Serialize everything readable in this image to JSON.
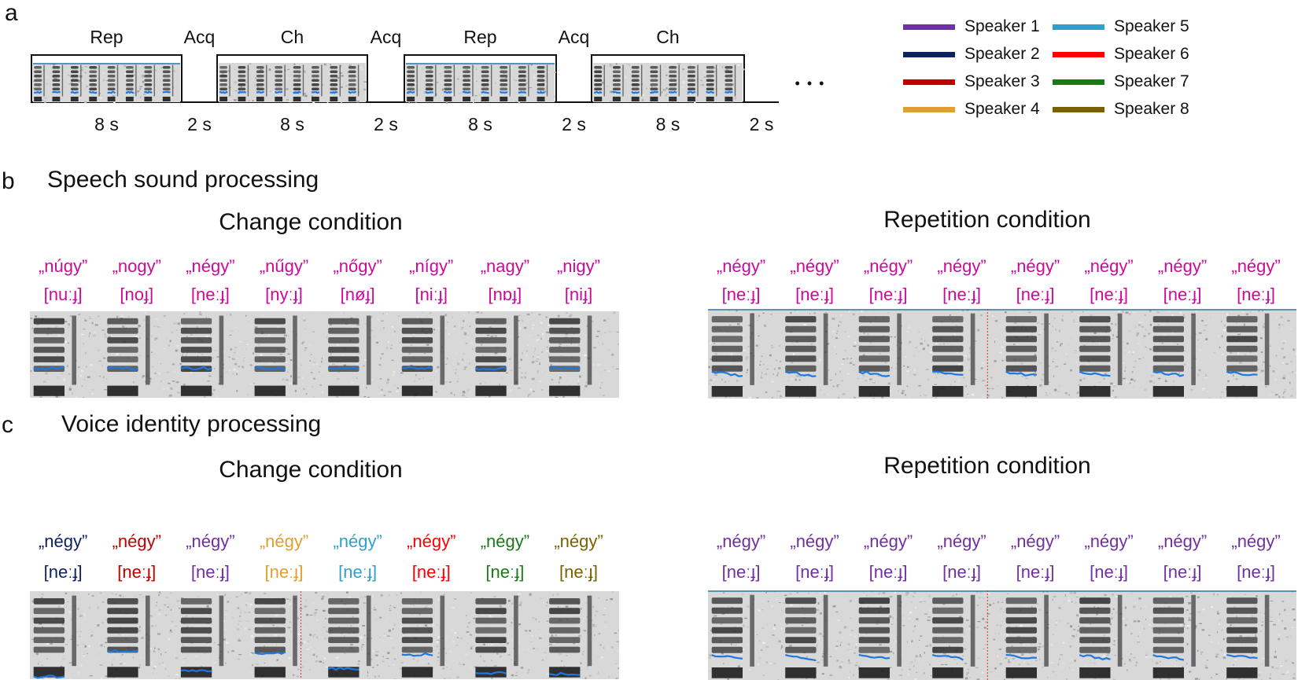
{
  "panels": {
    "a": "a",
    "b": "b",
    "c": "c"
  },
  "headings": {
    "b": "Speech sound processing",
    "c": "Voice identity processing"
  },
  "timeline": {
    "blocks": [
      {
        "label": "Rep",
        "duration": "8 s",
        "kind": "block"
      },
      {
        "label": "Acq",
        "duration": "2 s",
        "kind": "gap"
      },
      {
        "label": "Ch",
        "duration": "8 s",
        "kind": "block"
      },
      {
        "label": "Acq",
        "duration": "2 s",
        "kind": "gap"
      },
      {
        "label": "Rep",
        "duration": "8 s",
        "kind": "block"
      },
      {
        "label": "Acq",
        "duration": "2 s",
        "kind": "gap"
      },
      {
        "label": "Ch",
        "duration": "8 s",
        "kind": "block"
      },
      {
        "label": "",
        "duration": "2 s",
        "kind": "gap"
      }
    ],
    "ellipsis": "• • •"
  },
  "legend": [
    {
      "label": "Speaker 1",
      "color": "#7030a0"
    },
    {
      "label": "Speaker 2",
      "color": "#0d2260"
    },
    {
      "label": "Speaker 3",
      "color": "#c00000"
    },
    {
      "label": "Speaker 4",
      "color": "#e0a030"
    },
    {
      "label": "Speaker 5",
      "color": "#31a0c8"
    },
    {
      "label": "Speaker 6",
      "color": "#ff0000"
    },
    {
      "label": "Speaker 7",
      "color": "#1a7a1a"
    },
    {
      "label": "Speaker 8",
      "color": "#7a6000"
    }
  ],
  "conditions": {
    "change": "Change condition",
    "repetition": "Repetition condition"
  },
  "speech_change": [
    {
      "word": "„núgy”",
      "ipa": "[nuːɟ]",
      "color": "#cc0a9a"
    },
    {
      "word": "„nogy”",
      "ipa": "[noɟ]",
      "color": "#cc0a9a"
    },
    {
      "word": "„négy”",
      "ipa": "[neːɟ]",
      "color": "#cc0a9a"
    },
    {
      "word": "„nűgy”",
      "ipa": "[nyːɟ]",
      "color": "#cc0a9a"
    },
    {
      "word": "„nőgy”",
      "ipa": "[nøɟ]",
      "color": "#cc0a9a"
    },
    {
      "word": "„nígy”",
      "ipa": "[niːɟ]",
      "color": "#cc0a9a"
    },
    {
      "word": "„nagy”",
      "ipa": "[nɒɟ]",
      "color": "#cc0a9a"
    },
    {
      "word": "„nigy”",
      "ipa": "[niɟ]",
      "color": "#cc0a9a"
    }
  ],
  "speech_repetition": [
    {
      "word": "„négy”",
      "ipa": "[neːɟ]",
      "color": "#cc0a9a"
    },
    {
      "word": "„négy”",
      "ipa": "[neːɟ]",
      "color": "#cc0a9a"
    },
    {
      "word": "„négy”",
      "ipa": "[neːɟ]",
      "color": "#cc0a9a"
    },
    {
      "word": "„négy”",
      "ipa": "[neːɟ]",
      "color": "#cc0a9a"
    },
    {
      "word": "„négy”",
      "ipa": "[neːɟ]",
      "color": "#cc0a9a"
    },
    {
      "word": "„négy”",
      "ipa": "[neːɟ]",
      "color": "#cc0a9a"
    },
    {
      "word": "„négy”",
      "ipa": "[neːɟ]",
      "color": "#cc0a9a"
    },
    {
      "word": "„négy”",
      "ipa": "[neːɟ]",
      "color": "#cc0a9a"
    }
  ],
  "voice_change": [
    {
      "word": "„négy”",
      "ipa": "[neːɟ]",
      "color": "#0d2260"
    },
    {
      "word": "„négy”",
      "ipa": "[neːɟ]",
      "color": "#c00000"
    },
    {
      "word": "„négy”",
      "ipa": "[neːɟ]",
      "color": "#7030a0"
    },
    {
      "word": "„négy”",
      "ipa": "[neːɟ]",
      "color": "#e0a030"
    },
    {
      "word": "„négy”",
      "ipa": "[neːɟ]",
      "color": "#31a0c8"
    },
    {
      "word": "„négy”",
      "ipa": "[neːɟ]",
      "color": "#ff0000"
    },
    {
      "word": "„négy”",
      "ipa": "[neːɟ]",
      "color": "#1a7a1a"
    },
    {
      "word": "„négy”",
      "ipa": "[neːɟ]",
      "color": "#7a6000"
    }
  ],
  "voice_repetition": [
    {
      "word": "„négy”",
      "ipa": "[neːɟ]",
      "color": "#7030a0"
    },
    {
      "word": "„négy”",
      "ipa": "[neːɟ]",
      "color": "#7030a0"
    },
    {
      "word": "„négy”",
      "ipa": "[neːɟ]",
      "color": "#7030a0"
    },
    {
      "word": "„négy”",
      "ipa": "[neːɟ]",
      "color": "#7030a0"
    },
    {
      "word": "„négy”",
      "ipa": "[neːɟ]",
      "color": "#7030a0"
    },
    {
      "word": "„négy”",
      "ipa": "[neːɟ]",
      "color": "#7030a0"
    },
    {
      "word": "„négy”",
      "ipa": "[neːɟ]",
      "color": "#7030a0"
    },
    {
      "word": "„négy”",
      "ipa": "[neːɟ]",
      "color": "#7030a0"
    }
  ],
  "colors": {
    "pitch_trace": "#1f78e0",
    "frame": "#111111"
  }
}
